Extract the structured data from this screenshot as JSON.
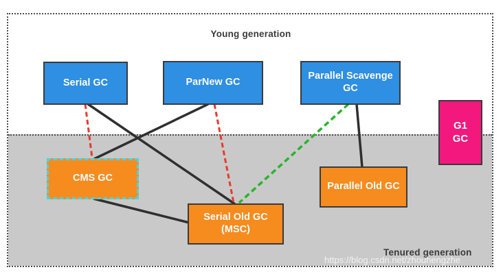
{
  "diagram": {
    "title_young": "Young generation",
    "title_tenured": "Tenured generation",
    "watermark": "https://blog.csdn.net/zhouhengzhe",
    "nodes": {
      "serial": {
        "line1": "Serial GC",
        "generation": "young"
      },
      "parnew": {
        "line1": "ParNew GC",
        "generation": "young"
      },
      "parallel_scavenge": {
        "line1": "Parallel Scavenge",
        "line2": "GC",
        "generation": "young"
      },
      "g1": {
        "line1": "G1",
        "line2": "GC",
        "generation": "both"
      },
      "cms": {
        "line1": "CMS GC",
        "generation": "tenured"
      },
      "serial_old": {
        "line1": "Serial Old GC",
        "line2": "(MSC)",
        "generation": "tenured"
      },
      "parallel_old": {
        "line1": "Parallel Old GC",
        "generation": "tenured"
      }
    },
    "edges": [
      {
        "from": "serial",
        "to": "serial_old",
        "style": "solid-black"
      },
      {
        "from": "serial",
        "to": "cms",
        "style": "dashed-red"
      },
      {
        "from": "parnew",
        "to": "cms",
        "style": "solid-black"
      },
      {
        "from": "parnew",
        "to": "serial_old",
        "style": "dashed-red"
      },
      {
        "from": "parallel_scavenge",
        "to": "serial_old",
        "style": "dashed-green"
      },
      {
        "from": "parallel_scavenge",
        "to": "parallel_old",
        "style": "solid-black"
      },
      {
        "from": "cms",
        "to": "serial_old",
        "style": "solid-black"
      }
    ],
    "colors": {
      "young_box": "#2E8FE3",
      "old_box": "#F78C1E",
      "g1_box": "#F2187D",
      "tenured_bg": "#C9C9C9",
      "cms_dashed_border": "#4DD2E4",
      "red_edge": "#E8392B",
      "green_edge": "#27B52B",
      "black_edge": "#2F2F2F"
    }
  }
}
